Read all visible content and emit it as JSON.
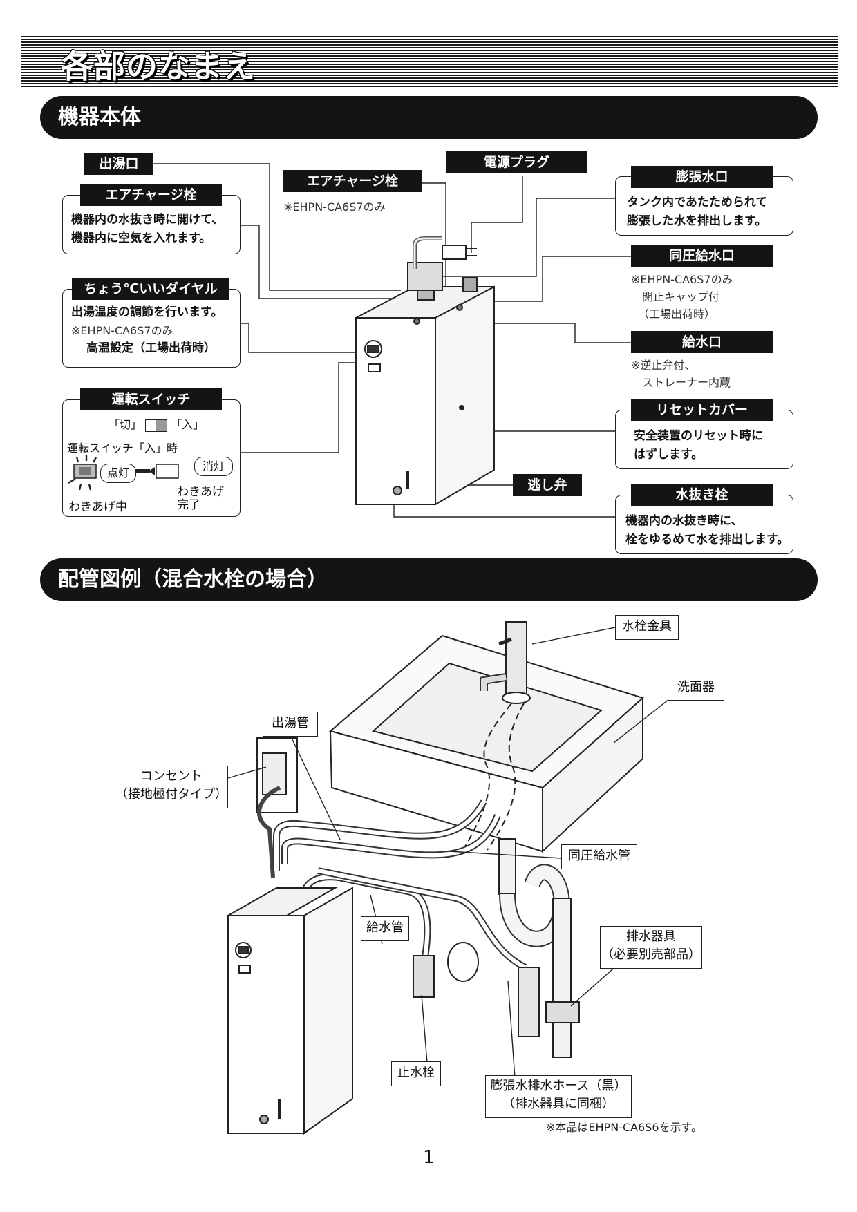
{
  "page_title": "各部のなまえ",
  "sections": {
    "body": "機器本体",
    "piping": "配管図例（混合水栓の場合）"
  },
  "callouts": {
    "outlet_hot": {
      "label": "出湯口"
    },
    "air_charge_left": {
      "label": "エアチャージ栓",
      "lines": [
        "機器内の水抜き時に開けて、",
        "機器内に空気を入れます。"
      ]
    },
    "air_charge_top": {
      "label": "エアチャージ栓",
      "note": "※EHPN-CA6S7のみ"
    },
    "power_plug": {
      "label": "電源プラグ"
    },
    "expansion": {
      "label": "膨張水口",
      "lines": [
        "タンク内であたためられて",
        "膨張した水を排出します。"
      ]
    },
    "pressure_inlet": {
      "label": "同圧給水口",
      "notes": [
        "※EHPN-CA6S7のみ",
        "閉止キャップ付",
        "（工場出荷時）"
      ]
    },
    "water_inlet": {
      "label": "給水口",
      "notes": [
        "※逆止弁付、",
        "ストレーナー内蔵"
      ]
    },
    "dial": {
      "label": "ちょう℃いいダイヤル",
      "line1": "出湯温度の調節を行います。",
      "note": "※EHPN-CA6S7のみ",
      "line2": "高温設定（工場出荷時）"
    },
    "switch": {
      "label": "運転スイッチ",
      "off": "「切」",
      "on": "「入」",
      "when_on": "運転スイッチ「入」時",
      "lit": "点灯",
      "unlit": "消灯",
      "heating": "わきあげ中",
      "done": "わきあげ完了"
    },
    "reset": {
      "label": "リセットカバー",
      "lines": [
        "安全装置のリセット時に",
        "はずします。"
      ]
    },
    "relief": {
      "label": "逃し弁"
    },
    "drain": {
      "label": "水抜き栓",
      "lines": [
        "機器内の水抜き時に、",
        "栓をゆるめて水を排出します。"
      ]
    }
  },
  "diagram_labels": {
    "faucet": "水栓金具",
    "basin": "洗面器",
    "hot_pipe": "出湯管",
    "outlet": "コンセント",
    "outlet_type": "（接地極付タイプ）",
    "pressure_pipe": "同圧給水管",
    "supply_pipe": "給水管",
    "drain_fixture": "排水器具",
    "drain_fixture_note": "（必要別売部品）",
    "stop_valve": "止水栓",
    "expansion_hose": "膨張水排水ホース（黒）",
    "expansion_hose_note": "（排水器具に同梱）"
  },
  "footnote": "※本品はEHPN-CA6S6を示す。",
  "page_number": "1"
}
